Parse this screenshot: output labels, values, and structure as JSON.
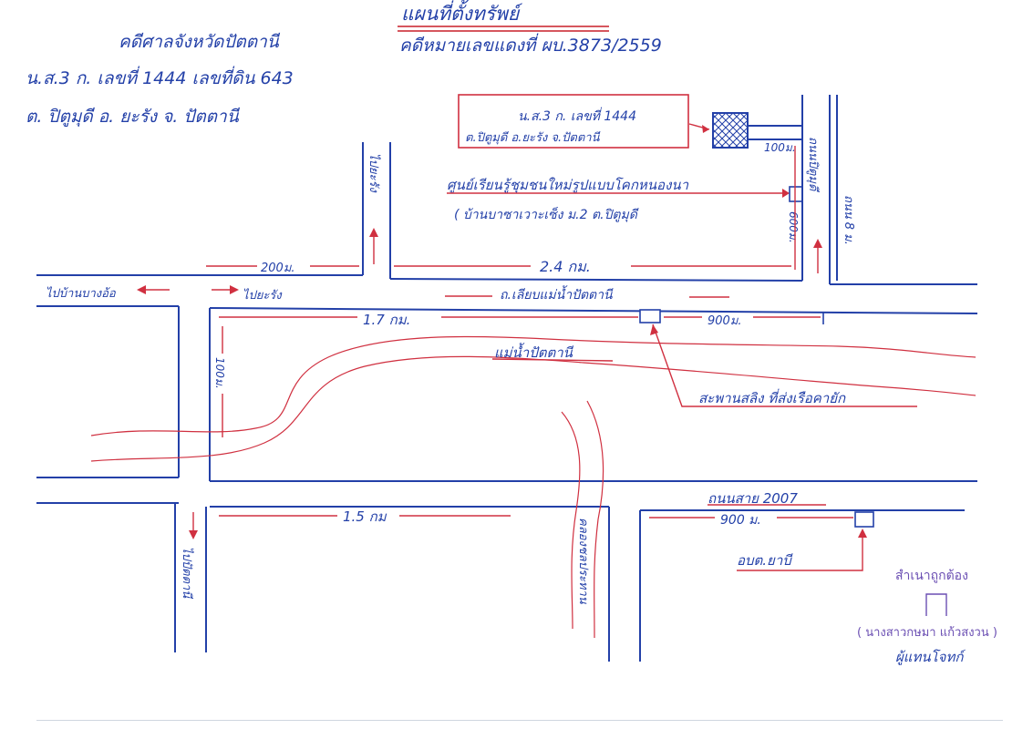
{
  "map": {
    "title": "แผนที่ตั้งทรัพย์",
    "header_line1_a": "คดีศาลจังหวัดปัตตานี",
    "header_line1_b": "คดีหมายเลขแดงที่ ผบ.3873/2559",
    "header_line2": "น.ส.3 ก. เลขที่ 1444 เลขที่ดิน 643",
    "header_line3": "ต. ปิตูมุดี อ. ยะรัง จ. ปัตตานี",
    "property_box_line1": "น.ส.3 ก. เลขที่ 1444",
    "property_box_line2": "ต.ปิตูมุดี อ.ยะรัง จ.ปัตตานี",
    "dist_100m_top": "100ม.",
    "center_label": "ศูนย์เรียนรู้ชุมชนใหม่รูปแบบโคกหนองนา",
    "center_sublabel": "( บ้านบาซาเวาะเซ็ง ม.2 ต.ปิตูมุดี",
    "road_right_a": "ถนนปิตูมุดี",
    "road_right_b": "ถนน 8 ม.",
    "dist_600m": "600ม.",
    "to_yarang_vertical": "ไปยะรัง",
    "dist_200m": "200ม.",
    "dist_2_4km": "2.4 กม.",
    "to_ban_bangao": "ไปบ้านบางอ้อ",
    "to_yarang": "ไปยะรัง",
    "road_main": "ถ.เลียบแม่น้ำปัตตานี",
    "dist_1_7km": "1.7 กม.",
    "dist_900m_top": "900ม.",
    "river_label": "แม่น้ำปัตตานี",
    "bridge_label": "สะพานสลิง ที่ส่งเรือคายัก",
    "dist_100m_left": "100ม.",
    "road_2007": "ถนนสาย 2007",
    "dist_1_5km": "1.5 กม",
    "dist_900m_bottom": "900 ม.",
    "sao_label": "อบต.ยาบี",
    "canal_label": "คลองชลประทาน",
    "to_pattani": "ไปปัตตานี",
    "stamp_text": "สำเนาถูกต้อง",
    "stamp_name": "( นางสาวกษมา แก้วสงวน )",
    "stamp_role": "ผู้แทนโจทก์"
  },
  "colors": {
    "ink_blue": "#2340a8",
    "ink_red": "#c81e28",
    "stamp_purple": "#6b4fb3"
  }
}
